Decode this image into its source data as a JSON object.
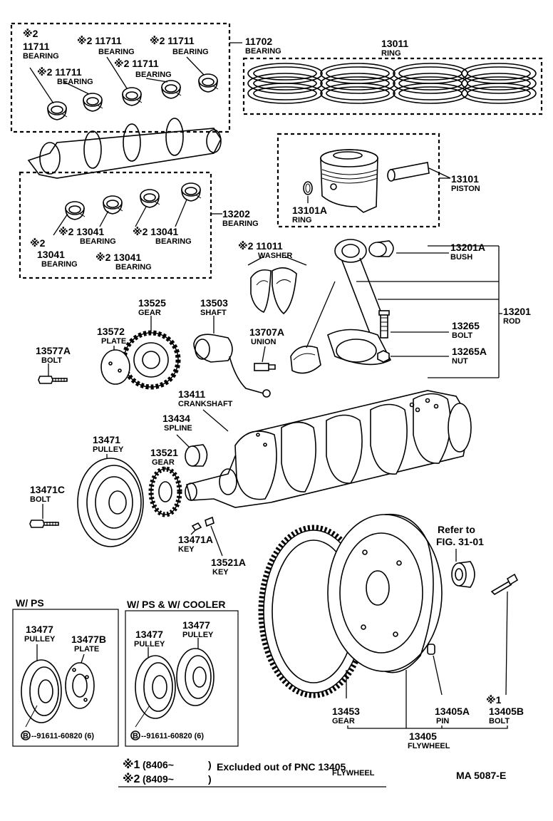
{
  "footer_id": "MA  5087-E",
  "parts": [
    {
      "id": "bearing_11711_a",
      "number": "※2\n11711",
      "name": "BEARING"
    },
    {
      "id": "bearing_11711_b",
      "number": "※2 11711",
      "name": "BEARING"
    },
    {
      "id": "bearing_11711_c",
      "number": "※2 11711",
      "name": "BEARING"
    },
    {
      "id": "bearing_11711_d",
      "number": "※2 11711",
      "name": "BEARING"
    },
    {
      "id": "bearing_11711_e",
      "number": "※2 11711",
      "name": "BEARING"
    },
    {
      "id": "bearing_11702",
      "number": "11702",
      "name": "BEARING"
    },
    {
      "id": "ring_13011",
      "number": "13011",
      "name": "RING"
    },
    {
      "id": "piston_13101",
      "number": "13101",
      "name": "PISTON"
    },
    {
      "id": "ring_13101a",
      "number": "13101A",
      "name": "RING"
    },
    {
      "id": "bearing_13202",
      "number": "13202",
      "name": "BEARING"
    },
    {
      "id": "bearing_13041_a",
      "number": "※2\n13041",
      "name": "BEARING"
    },
    {
      "id": "bearing_13041_b",
      "number": "※2 13041",
      "name": "BEARING"
    },
    {
      "id": "bearing_13041_c",
      "number": "※2 13041",
      "name": "BEARING"
    },
    {
      "id": "bearing_13041_d",
      "number": "※2 13041",
      "name": "BEARING"
    },
    {
      "id": "washer_11011",
      "number": "※2 11011",
      "name": "WASHER"
    },
    {
      "id": "bush_13201a",
      "number": "13201A",
      "name": "BUSH"
    },
    {
      "id": "rod_13201",
      "number": "13201",
      "name": "ROD"
    },
    {
      "id": "bolt_13265",
      "number": "13265",
      "name": "BOLT"
    },
    {
      "id": "nut_13265a",
      "number": "13265A",
      "name": "NUT"
    },
    {
      "id": "gear_13525",
      "number": "13525",
      "name": "GEAR"
    },
    {
      "id": "shaft_13503",
      "number": "13503",
      "name": "SHAFT"
    },
    {
      "id": "plate_13572",
      "number": "13572",
      "name": "PLATE"
    },
    {
      "id": "bolt_13577a",
      "number": "13577A",
      "name": "BOLT"
    },
    {
      "id": "union_13707a",
      "number": "13707A",
      "name": "UNION"
    },
    {
      "id": "crankshaft_13411",
      "number": "13411",
      "name": "CRANKSHAFT"
    },
    {
      "id": "spline_13434",
      "number": "13434",
      "name": "SPLINE"
    },
    {
      "id": "pulley_13471",
      "number": "13471",
      "name": "PULLEY"
    },
    {
      "id": "gear_13521",
      "number": "13521",
      "name": "GEAR"
    },
    {
      "id": "bolt_13471c",
      "number": "13471C",
      "name": "BOLT"
    },
    {
      "id": "key_13471a",
      "number": "13471A",
      "name": "KEY"
    },
    {
      "id": "key_13521a",
      "number": "13521A",
      "name": "KEY"
    },
    {
      "id": "gear_13453",
      "number": "13453",
      "name": "GEAR"
    },
    {
      "id": "pin_13405a",
      "number": "13405A",
      "name": "PIN"
    },
    {
      "id": "bolt_13405b",
      "number": "※1\n13405B",
      "name": "BOLT"
    },
    {
      "id": "flywheel_13405",
      "number": "13405",
      "name": "FLYWHEEL"
    }
  ],
  "refer": {
    "line1": "Refer to",
    "line2": "FIG. 31-01"
  },
  "insets": {
    "w_ps": {
      "title": "W/ PS",
      "pulley_number": "13477",
      "pulley_name": "PULLEY",
      "plate_number": "13477B",
      "plate_name": "PLATE",
      "bolt_code": "B",
      "bolt_ref": "--91611-60820 (6)"
    },
    "w_ps_cooler": {
      "title": "W/ PS & W/ COOLER",
      "pulley1_number": "13477",
      "pulley1_name": "PULLEY",
      "pulley2_number": "13477",
      "pulley2_name": "PULLEY",
      "bolt_code": "B",
      "bolt_ref": "--91611-60820 (6)"
    }
  },
  "legend": {
    "mark1": "※1",
    "range1": "(8406~",
    "mark2": "※2",
    "range2": "(8409~",
    "close1": ")",
    "close2": ")",
    "text": "Excluded out of PNC 13405",
    "pnc_name": "FLYWHEEL"
  }
}
